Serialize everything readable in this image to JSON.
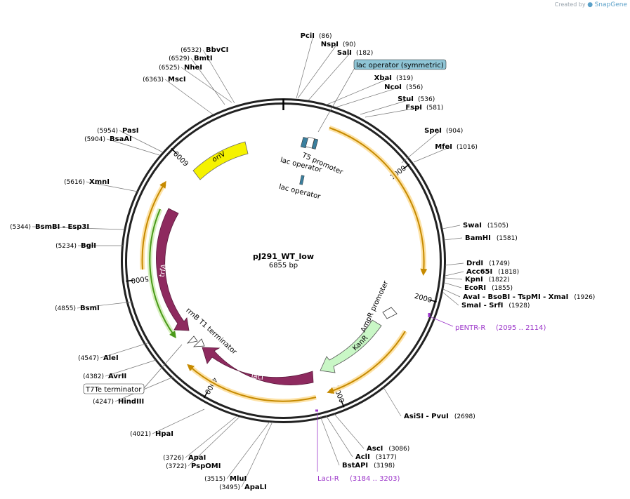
{
  "watermark": {
    "prefix": "Created by",
    "brand": "SnapGene"
  },
  "plasmid": {
    "name": "pJ291_WT_low",
    "length_label": "6855 bp",
    "length": 6855
  },
  "ticks": [
    {
      "bp": 1000,
      "label": "1000"
    },
    {
      "bp": 2000,
      "label": "2000"
    },
    {
      "bp": 3000,
      "label": "3000"
    },
    {
      "bp": 4000,
      "label": "4000"
    },
    {
      "bp": 5000,
      "label": "5000"
    },
    {
      "bp": 6000,
      "label": "6000"
    }
  ],
  "features": [
    {
      "id": "trfA",
      "label": "trfA",
      "color": "#8e2a5f",
      "show_label": true
    },
    {
      "id": "lacI",
      "label": "lacI",
      "color": "#8e2a5f",
      "show_label": true
    },
    {
      "id": "oriV",
      "label": "oriV",
      "color": "#f5f200",
      "show_label": true
    },
    {
      "id": "KanR",
      "label": "KanR",
      "color": "#c9f7c6",
      "show_label": true
    },
    {
      "id": "AmpR_promoter",
      "label": "AmpR promoter",
      "color": "#ffffff"
    },
    {
      "id": "T5_promoter",
      "label": "T5 promoter",
      "color": "#ffffff"
    },
    {
      "id": "lac_operator_1",
      "label": "lac operator",
      "color": "#3a7f9e"
    },
    {
      "id": "lac_operator_2",
      "label": "lac operator",
      "color": "#3a7f9e"
    },
    {
      "id": "rrnB_T1_terminator",
      "label": "rrnB T1 terminator",
      "color": "#ffffff"
    },
    {
      "id": "lac_operator_symmetric",
      "label": "lac operator (symmetric)",
      "color": "#8fc5d6"
    },
    {
      "id": "T7Te_terminator",
      "label": "T7Te terminator",
      "color": "#ffffff"
    }
  ],
  "primers": [
    {
      "name": "pENTR-R",
      "range": "(2095 .. 2114)",
      "color": "#9b35c9"
    },
    {
      "name": "LacI-R",
      "range": "(3184 .. 3203)",
      "color": "#9b35c9"
    }
  ],
  "enzymes": [
    {
      "id": "PciI",
      "name": "PciI",
      "pos": "(86)"
    },
    {
      "id": "NspI",
      "name": "NspI",
      "pos": "(90)"
    },
    {
      "id": "SalI",
      "name": "SalI",
      "pos": "(182)"
    },
    {
      "id": "XbaI",
      "name": "XbaI",
      "pos": "(319)"
    },
    {
      "id": "NcoI",
      "name": "NcoI",
      "pos": "(356)"
    },
    {
      "id": "StuI",
      "name": "StuI",
      "pos": "(536)"
    },
    {
      "id": "FspI",
      "name": "FspI",
      "pos": "(581)"
    },
    {
      "id": "SpeI",
      "name": "SpeI",
      "pos": "(904)"
    },
    {
      "id": "MfeI",
      "name": "MfeI",
      "pos": "(1016)"
    },
    {
      "id": "SwaI",
      "name": "SwaI",
      "pos": "(1505)"
    },
    {
      "id": "BamHI",
      "name": "BamHI",
      "pos": "(1581)"
    },
    {
      "id": "DrdI",
      "name": "DrdI",
      "pos": "(1749)"
    },
    {
      "id": "Acc65I",
      "name": "Acc65I",
      "pos": "(1818)"
    },
    {
      "id": "KpnI",
      "name": "KpnI",
      "pos": "(1822)"
    },
    {
      "id": "EcoRI",
      "name": "EcoRI",
      "pos": "(1855)"
    },
    {
      "id": "AvaI",
      "name": "AvaI   - BsoBI   - TspMI   - XmaI",
      "pos": "(1926)"
    },
    {
      "id": "SmaI",
      "name": "SmaI   - SrfI",
      "pos": "(1928)"
    },
    {
      "id": "AsiSI",
      "name": "AsiSI   - PvuI",
      "pos": "(2698)"
    },
    {
      "id": "AscI",
      "name": "AscI",
      "pos": "(3086)"
    },
    {
      "id": "AclI",
      "name": "AclI",
      "pos": "(3177)"
    },
    {
      "id": "BstAPI",
      "name": "BstAPI",
      "pos": "(3198)"
    },
    {
      "id": "ApaLI",
      "name": "ApaLI",
      "pos": "(3495)"
    },
    {
      "id": "MluI",
      "name": "MluI",
      "pos": "(3515)"
    },
    {
      "id": "PspOMI",
      "name": "PspOMI",
      "pos": "(3722)"
    },
    {
      "id": "ApaI",
      "name": "ApaI",
      "pos": "(3726)"
    },
    {
      "id": "HpaI",
      "name": "HpaI",
      "pos": "(4021)"
    },
    {
      "id": "HindIII",
      "name": "HindIII",
      "pos": "(4247)"
    },
    {
      "id": "AvrII",
      "name": "AvrII",
      "pos": "(4382)"
    },
    {
      "id": "AleI",
      "name": "AleI",
      "pos": "(4547)"
    },
    {
      "id": "BsmI",
      "name": "BsmI",
      "pos": "(4855)"
    },
    {
      "id": "BglI",
      "name": "BglI",
      "pos": "(5234)"
    },
    {
      "id": "BsmBI",
      "name": "BsmBI   - Esp3I",
      "pos": "(5344)"
    },
    {
      "id": "XmnI",
      "name": "XmnI",
      "pos": "(5616)"
    },
    {
      "id": "BsaAI",
      "name": "BsaAI",
      "pos": "(5904)"
    },
    {
      "id": "PasI",
      "name": "PasI",
      "pos": "(5954)"
    },
    {
      "id": "MscI",
      "name": "MscI",
      "pos": "(6363)"
    },
    {
      "id": "NheI",
      "name": "NheI",
      "pos": "(6525)"
    },
    {
      "id": "BmtI",
      "name": "BmtI",
      "pos": "(6529)"
    },
    {
      "id": "BbvCI",
      "name": "BbvCI",
      "pos": "(6532)"
    }
  ]
}
